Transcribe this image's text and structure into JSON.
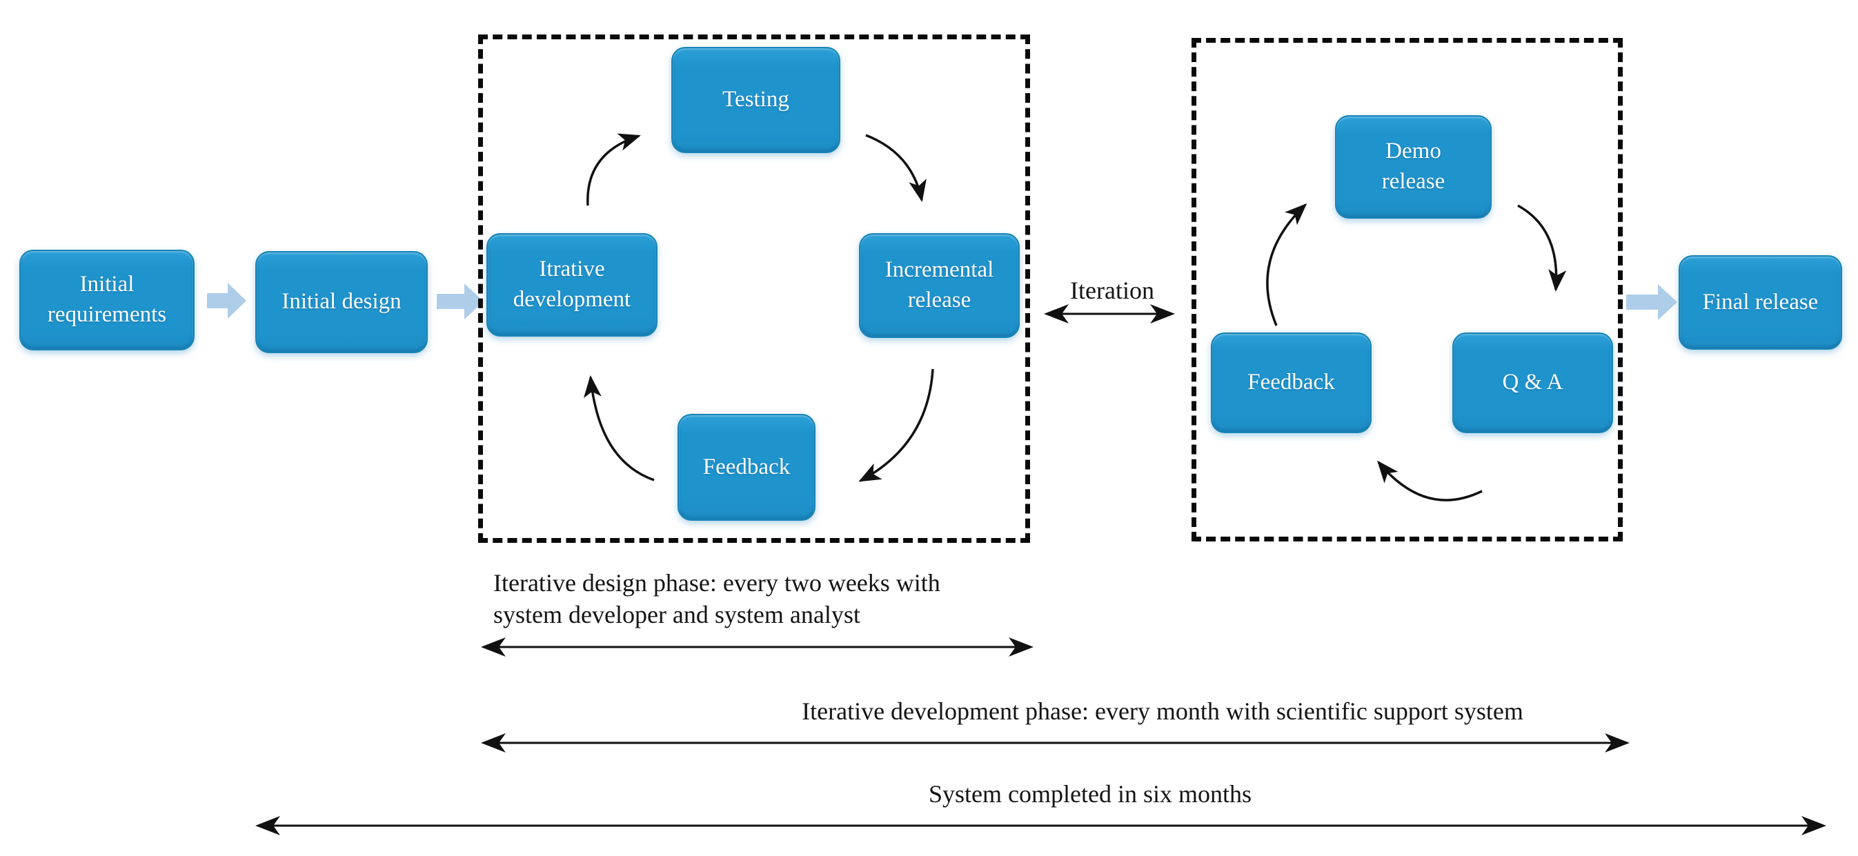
{
  "diagram": {
    "flow": {
      "initial_requirements": "Initial\nrequirements",
      "initial_design": "Initial design",
      "final_release": "Final release"
    },
    "design_cycle": {
      "testing": "Testing",
      "iterative_development": "Itrative\ndevelopment",
      "incremental_release": "Incremental\nrelease",
      "feedback": "Feedback"
    },
    "release_cycle": {
      "demo_release": "Demo\nrelease",
      "qa": "Q & A",
      "feedback": "Feedback"
    },
    "iteration_label": "Iteration",
    "annotations": {
      "design_phase": "Iterative design phase: every two weeks with\nsystem developer and system analyst",
      "development_phase": "Iterative development phase: every month with scientific support system",
      "completion": "System completed in six months"
    },
    "colors": {
      "node_fill": "#1F93CC",
      "node_border": "#1884B8",
      "node_text": "#FFFFFF",
      "block_arrow": "#AECDE9",
      "line_color": "#111111"
    }
  }
}
